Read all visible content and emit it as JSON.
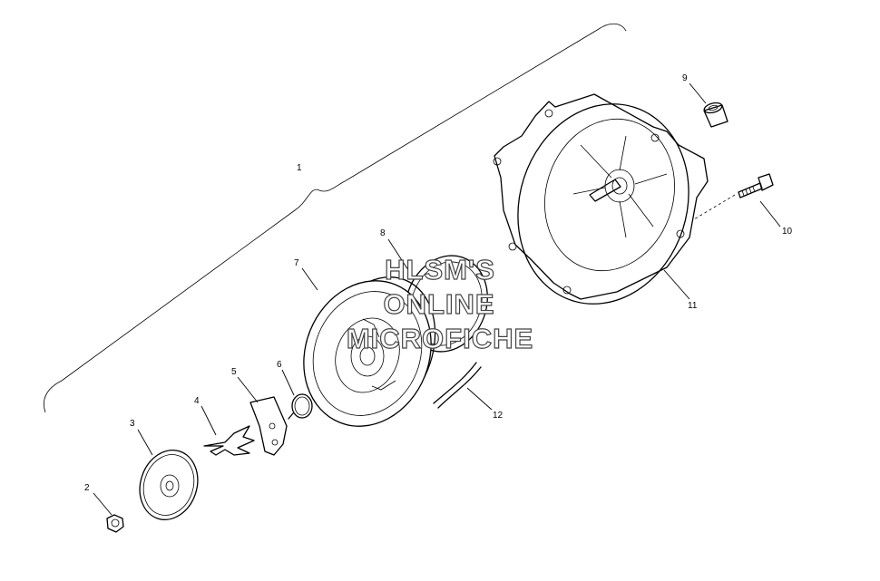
{
  "diagram": {
    "callouts": [
      "1",
      "2",
      "3",
      "4",
      "5",
      "6",
      "7",
      "8",
      "9",
      "10",
      "11",
      "12"
    ]
  },
  "watermark": {
    "lines": [
      "HLSM'S",
      "ONLINE",
      "MICROFICHE"
    ]
  }
}
